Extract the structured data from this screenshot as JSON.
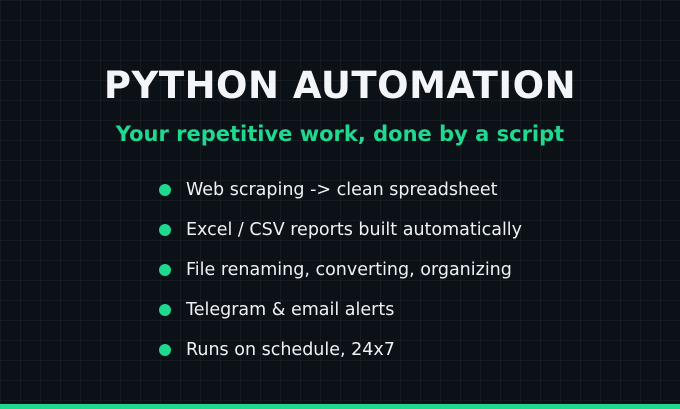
{
  "title": "PYTHON AUTOMATION",
  "subtitle": "Your repetitive work, done by a script",
  "bullets": [
    {
      "text": "Web scraping -> clean spreadsheet"
    },
    {
      "text": "Excel / CSV reports built automatically"
    },
    {
      "text": "File renaming, converting, organizing"
    },
    {
      "text": "Telegram & email alerts"
    },
    {
      "text": "Runs on schedule, 24x7"
    }
  ],
  "colors": {
    "background": "#0c1118",
    "accent": "#1ed98e",
    "title_text": "#f3f5f8",
    "body_text": "#eef1f5"
  }
}
